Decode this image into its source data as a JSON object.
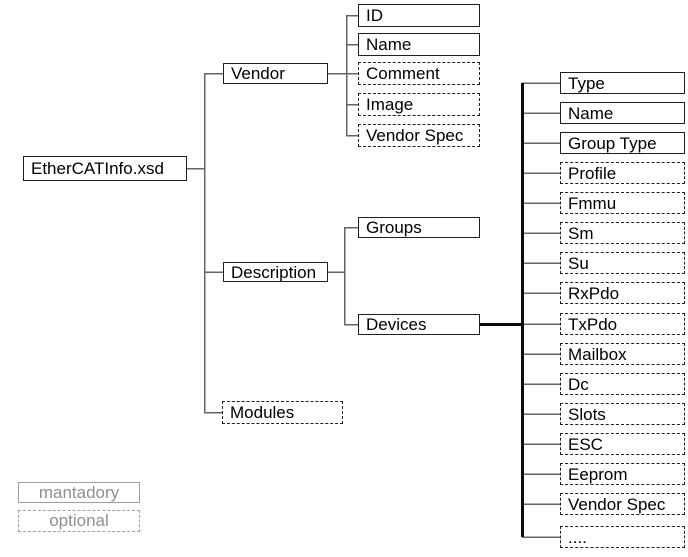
{
  "colors": {
    "background": "#ffffff",
    "box-border": "#1f1f1f",
    "text": "#000000",
    "connector": "#646464",
    "trunk": "#0a0a0a",
    "legend-border": "#9e9e9e",
    "legend-text": "#8f8f8f"
  },
  "tree": {
    "root": {
      "label": "EtherCATInfo.xsd"
    },
    "vendor": {
      "label": "Vendor",
      "children": [
        {
          "label": "ID",
          "presence": "mandatory"
        },
        {
          "label": "Name",
          "presence": "mandatory"
        },
        {
          "label": "Comment",
          "presence": "optional"
        },
        {
          "label": "Image",
          "presence": "optional"
        },
        {
          "label": "Vendor Spec",
          "presence": "optional"
        }
      ]
    },
    "description": {
      "label": "Description",
      "children": [
        {
          "label": "Groups",
          "presence": "mandatory"
        },
        {
          "label": "Devices",
          "presence": "mandatory"
        }
      ]
    },
    "devices_children": [
      {
        "label": "Type",
        "presence": "mandatory"
      },
      {
        "label": "Name",
        "presence": "mandatory"
      },
      {
        "label": "Group Type",
        "presence": "mandatory"
      },
      {
        "label": "Profile",
        "presence": "optional"
      },
      {
        "label": "Fmmu",
        "presence": "optional"
      },
      {
        "label": "Sm",
        "presence": "optional"
      },
      {
        "label": "Su",
        "presence": "optional"
      },
      {
        "label": "RxPdo",
        "presence": "optional"
      },
      {
        "label": "TxPdo",
        "presence": "optional"
      },
      {
        "label": "Mailbox",
        "presence": "optional"
      },
      {
        "label": "Dc",
        "presence": "optional"
      },
      {
        "label": "Slots",
        "presence": "optional"
      },
      {
        "label": "ESC",
        "presence": "optional"
      },
      {
        "label": "Eeprom",
        "presence": "optional"
      },
      {
        "label": "Vendor Spec",
        "presence": "optional"
      },
      {
        "label": "....",
        "presence": "optional"
      }
    ],
    "modules": {
      "label": "Modules",
      "presence": "optional"
    }
  },
  "legend": {
    "mandatory_label": "mantadory",
    "optional_label": "optional"
  }
}
